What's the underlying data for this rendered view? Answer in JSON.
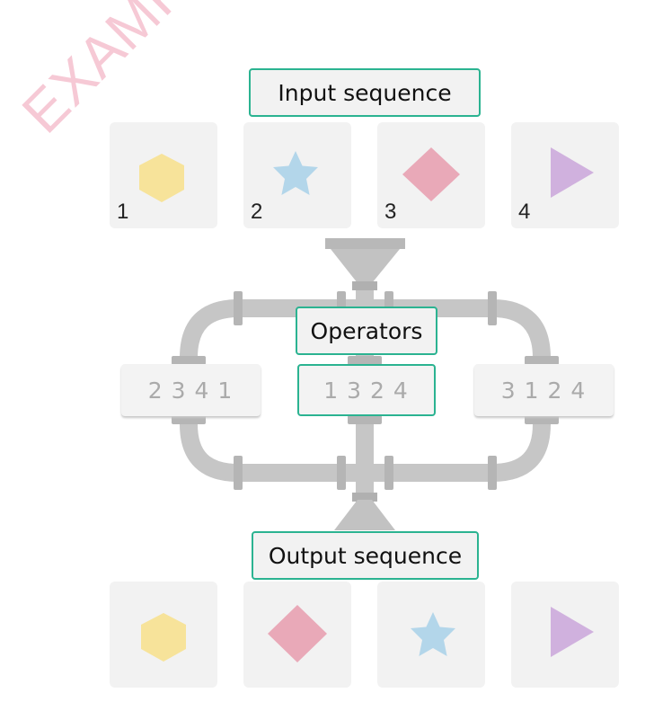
{
  "watermark": "EXAMPLE",
  "input_label": "Input sequence",
  "operators_label": "Operators",
  "output_label": "Output sequence",
  "input_sequence": [
    {
      "number": "1",
      "shape": "hexagon",
      "color": "#f7e39a"
    },
    {
      "number": "2",
      "shape": "star",
      "color": "#b3d6ea"
    },
    {
      "number": "3",
      "shape": "diamond",
      "color": "#e9a9b8"
    },
    {
      "number": "4",
      "shape": "triangle",
      "color": "#d0b1de"
    }
  ],
  "operators": [
    {
      "digits": [
        "2",
        "3",
        "4",
        "1"
      ],
      "selected": false
    },
    {
      "digits": [
        "1",
        "3",
        "2",
        "4"
      ],
      "selected": true
    },
    {
      "digits": [
        "3",
        "1",
        "2",
        "4"
      ],
      "selected": false
    }
  ],
  "output_sequence": [
    {
      "shape": "hexagon",
      "color": "#f7e39a"
    },
    {
      "shape": "diamond",
      "color": "#e9a9b8"
    },
    {
      "shape": "star",
      "color": "#b3d6ea"
    },
    {
      "shape": "triangle",
      "color": "#d0b1de"
    }
  ],
  "colors": {
    "accent": "#2bb391",
    "pipe": "#c4c4c4",
    "pipe_dark": "#a9a9a9",
    "card_bg": "#f2f2f2"
  }
}
